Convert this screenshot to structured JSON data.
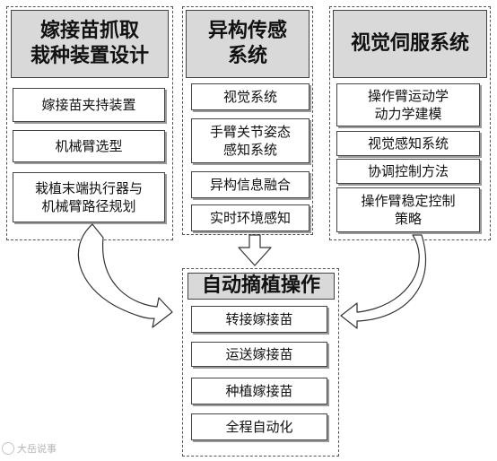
{
  "sections": {
    "grafting": {
      "title_line1": "嫁接苗抓取",
      "title_line2": "栽种装置设计",
      "items": [
        "嫁接苗夹持装置",
        "机械臂选型",
        "栽植末端执行器与",
        "机械臂路径规划"
      ]
    },
    "sensing": {
      "title_line1": "异构传感",
      "title_line2": "系统",
      "items": [
        "视觉系统",
        "手臂关节姿态",
        "感知系统",
        "异构信息融合",
        "实时环境感知"
      ]
    },
    "servo": {
      "title": "视觉伺服系统",
      "items": [
        "操作臂运动学",
        "动力学建模",
        "视觉感知系统",
        "协调控制方法",
        "操作臂稳定控制",
        "策略"
      ]
    }
  },
  "center": {
    "title": "自动摘植操作",
    "items": [
      "转接嫁接苗",
      "运送嫁接苗",
      "种植嫁接苗",
      "全程自动化"
    ]
  },
  "watermark": "大岳说事"
}
